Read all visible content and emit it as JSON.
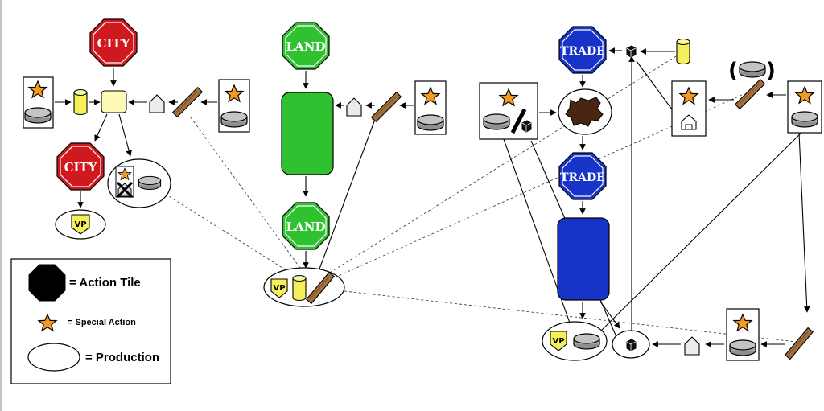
{
  "tiles": {
    "city_top": "CITY",
    "city_bottom": "CITY",
    "land_top": "LAND",
    "land_bottom": "LAND",
    "trade_top": "TRADE",
    "trade_bottom": "TRADE"
  },
  "vp": {
    "city": "VP",
    "land": "VP",
    "trade": "VP"
  },
  "parens": {
    "open": "(",
    "close": ")"
  },
  "legend": {
    "action_tile": "= Action Tile",
    "special_action": "= Special Action",
    "production": "= Production"
  },
  "colors": {
    "city": "#d0191f",
    "land": "#2fc12f",
    "trade": "#1733c8",
    "star": "#f39a22",
    "coin": "#a8a8a8",
    "cylinder": "#f5f05a",
    "log": "#a0703e",
    "hide": "#4a2510"
  }
}
